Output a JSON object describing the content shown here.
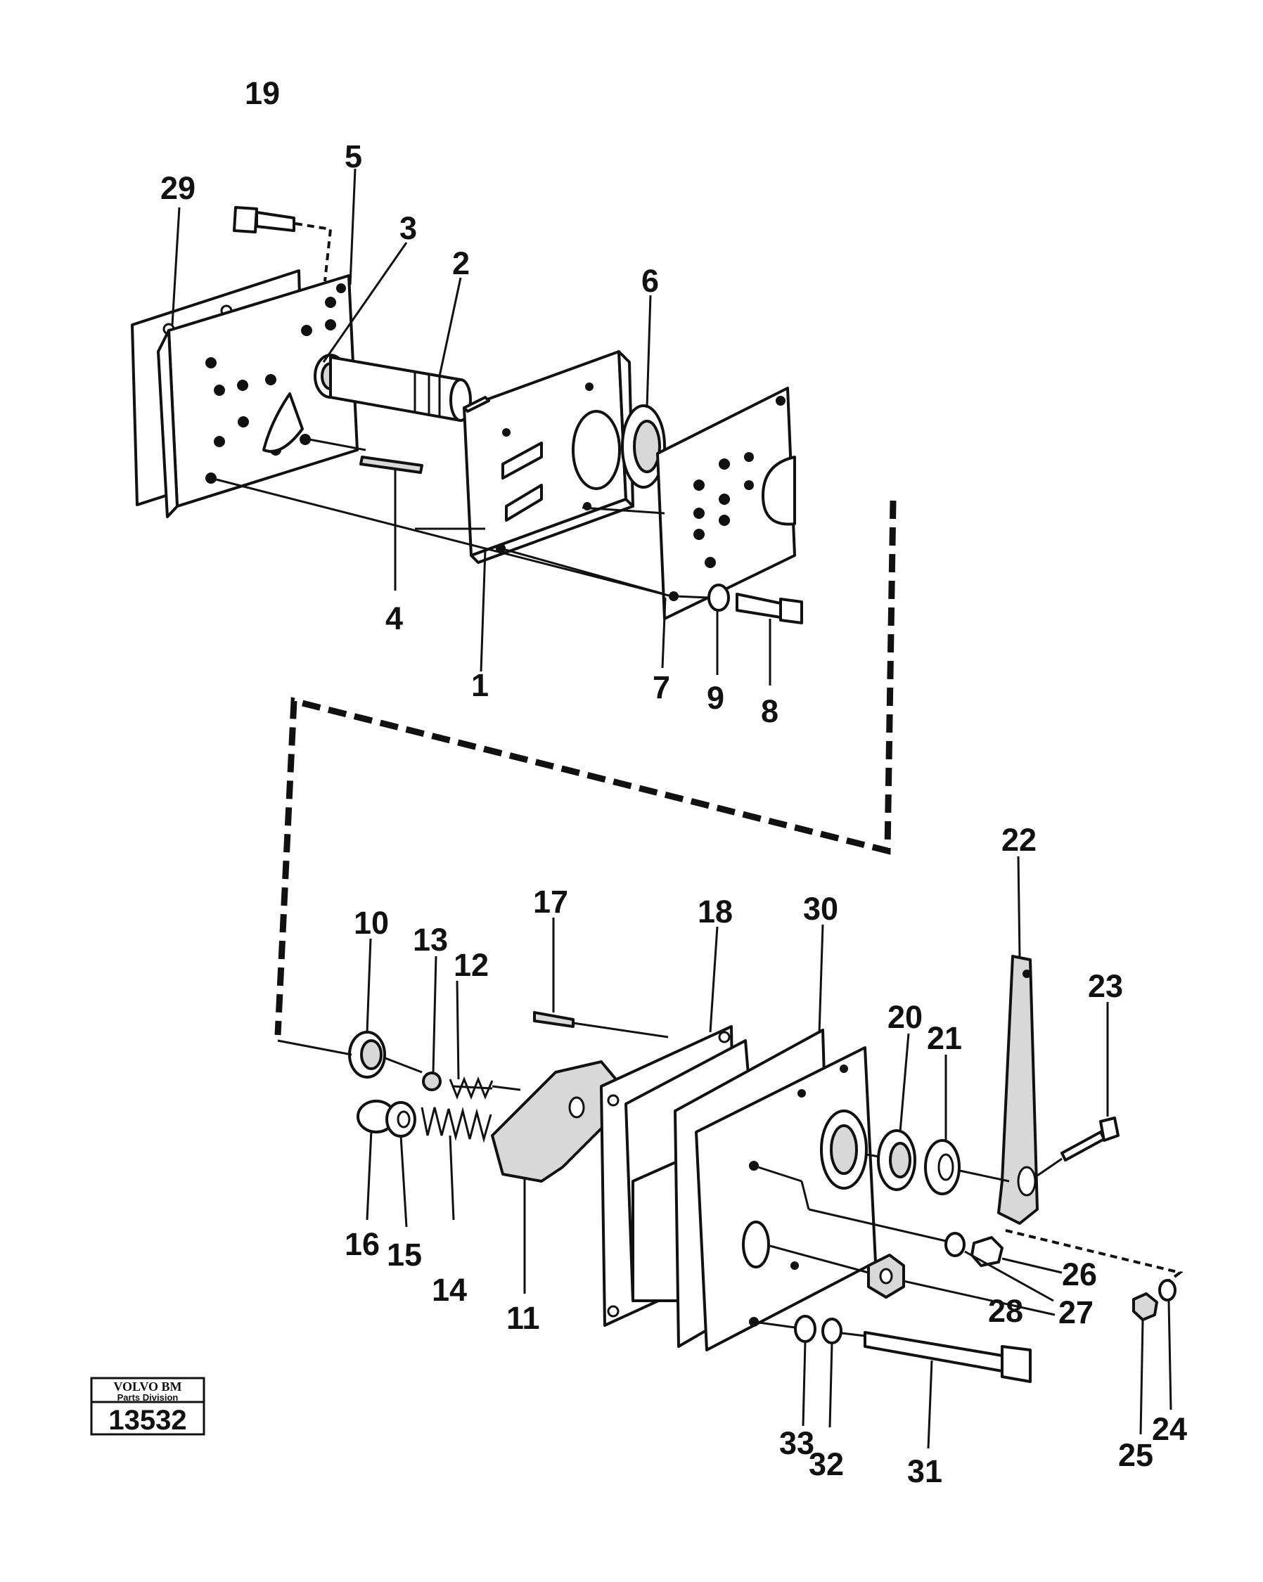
{
  "badge": {
    "brand": "VOLVO BM",
    "division": "Parts Division",
    "number": "13532"
  },
  "callouts": [
    "1",
    "2",
    "3",
    "4",
    "5",
    "6",
    "7",
    "8",
    "9",
    "10",
    "11",
    "12",
    "13",
    "14",
    "15",
    "16",
    "17",
    "18",
    "19",
    "20",
    "21",
    "22",
    "23",
    "24",
    "25",
    "26",
    "27",
    "28",
    "29",
    "30",
    "31",
    "32",
    "33"
  ]
}
